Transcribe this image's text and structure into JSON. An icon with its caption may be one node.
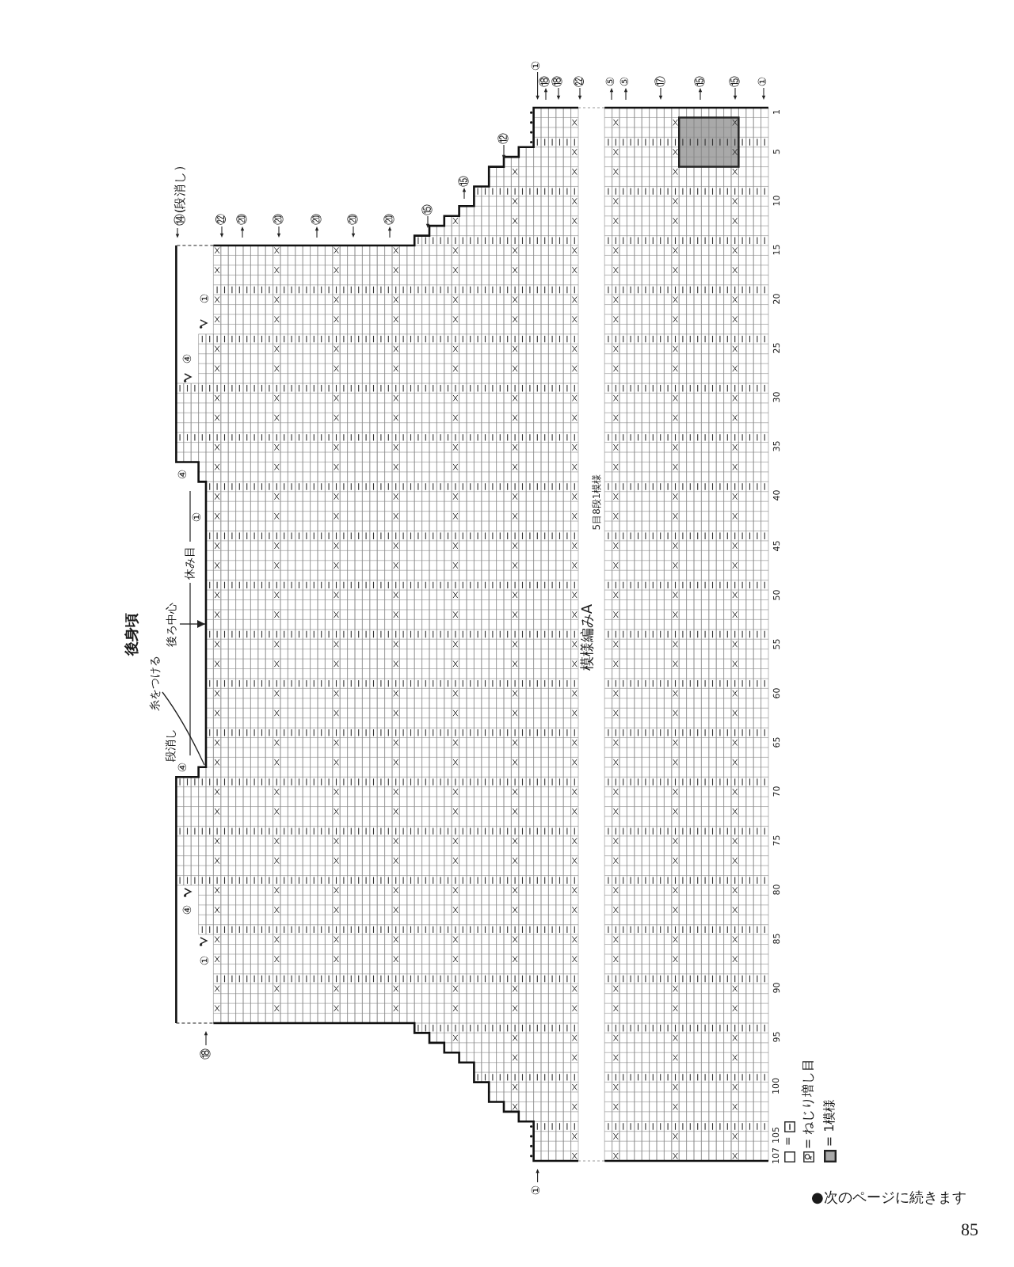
{
  "diagram": {
    "title": "後身頃",
    "nodes": [
      {
        "text": [
          "糸をつける"
        ]
      },
      {
        "text": [
          "後ろ中心"
        ]
      }
    ],
    "edges": [
      {
        "from": 0,
        "to": null,
        "arrow": "none"
      },
      {
        "from": 1,
        "to": null,
        "arrow": "to"
      }
    ],
    "labels": [
      "⑭(段消し)",
      "㉒",
      "⑳",
      "⑳",
      "⑳",
      "⑳",
      "⑳",
      "⑮",
      "⑮",
      "⑫",
      "①",
      "⑱",
      "⑱",
      "㉒",
      "⑤",
      "⑤",
      "⑰",
      "⑮",
      "⑮",
      "①",
      "①",
      "④",
      "④",
      "①",
      "休み目",
      "段消し",
      "④",
      "④",
      "①",
      "⑱",
      "①",
      "模様編みA",
      "5目8段1模様",
      "1",
      "5",
      "10",
      "15",
      "20",
      "25",
      "30",
      "35",
      "40",
      "45",
      "50",
      "55",
      "60",
      "65",
      "70",
      "75",
      "80",
      "85",
      "90",
      "95",
      "100",
      "105",
      "107",
      "●次のページに続きます",
      "85"
    ],
    "legend": [
      {
        "text": "="
      },
      {
        "text": "= ねじり増し目"
      },
      {
        "text": "= 1模様",
        "color": "#a9a9a9"
      }
    ]
  }
}
